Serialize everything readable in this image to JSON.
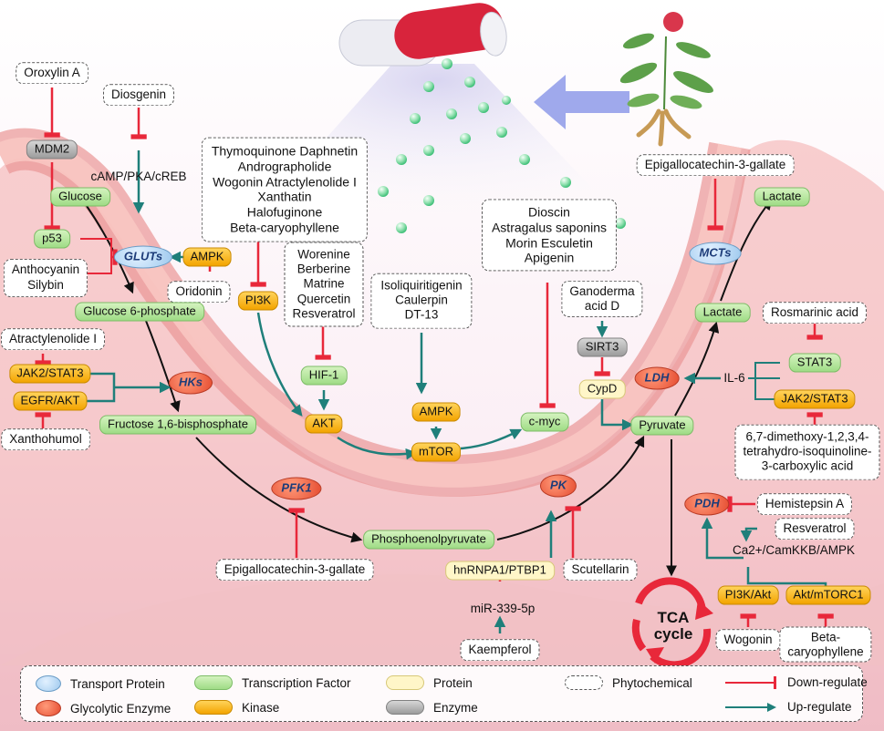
{
  "nodes": {
    "oroxylin_a": "Oroxylin A",
    "diosgenin": "Diosgenin",
    "mdm2": "MDM2",
    "camp": "cAMP/PKA/cREB",
    "glucose": "Glucose",
    "p53": "p53",
    "gluts": "GLUTs",
    "ampk_left": "AMPK",
    "oridonin": "Oridonin",
    "anthocyanin": "Anthocyanin",
    "silybin": "Silybin",
    "glucose6p": "Glucose 6-phosphate",
    "atractylenolide": "Atractylenolide I",
    "jak2_left": "JAK2/STAT3",
    "egfr": "EGFR/AKT",
    "hks": "HKs",
    "xanthohumol": "Xanthohumol",
    "f16bp": "Fructose 1,6-bisphosphate",
    "thymo_lines": [
      "Thymoquinone Daphnetin",
      "Andrographolide",
      "Wogonin Atractylenolide I",
      "Xanthatin",
      "Halofuginone",
      "Beta-caryophyllene"
    ],
    "pi3k": "PI3K",
    "worenine_lines": [
      "Worenine",
      "Berberine",
      "Matrine",
      "Quercetin",
      "Resveratrol"
    ],
    "hif1": "HIF-1",
    "akt": "AKT",
    "isoliq_lines": [
      "Isoliquiritigenin",
      "Caulerpin",
      "DT-13"
    ],
    "ampk_mid": "AMPK",
    "mtor": "mTOR",
    "dioscin_lines": [
      "Dioscin",
      "Astragalus saponins",
      "Morin Esculetin",
      "Apigenin"
    ],
    "cmyc": "c-myc",
    "egcg_top": "Epigallocatechin-3-gallate",
    "mcts": "MCTs",
    "lactate_top": "Lactate",
    "lactate_mid": "Lactate",
    "ganoderma_lines": [
      "Ganoderma",
      "acid D"
    ],
    "sirt3": "SIRT3",
    "cypd": "CypD",
    "ldh": "LDH",
    "il6": "IL-6",
    "rosmarinic": "Rosmarinic acid",
    "stat3": "STAT3",
    "jak2_right": "JAK2/STAT3",
    "pyruvate": "Pyruvate",
    "dimethoxy_lines": [
      "6,7-dimethoxy-1,2,3,4-",
      "tetrahydro-isoquinoline-",
      "3-carboxylic acid"
    ],
    "pfk1": "PFK1",
    "pk": "PK",
    "pep": "Phosphoenolpyruvate",
    "egcg_bottom": "Epigallocatechin-3-gallate",
    "hnrnpa1": "hnRNPA1/PTBP1",
    "scutellarin": "Scutellarin",
    "mir339": "miR-339-5p",
    "kaempferol": "Kaempferol",
    "pdh": "PDH",
    "hemistepsin": "Hemistepsin A",
    "resveratrol_right": "Resveratrol",
    "ca2": "Ca2+/CamKKB/AMPK",
    "pi3k_akt": "PI3K/Akt",
    "akt_mtorc1": "Akt/mTORC1",
    "wogonin": "Wogonin",
    "beta_car_lines": [
      "Beta-",
      "caryophyllene"
    ],
    "tca_lines": [
      "TCA",
      "cycle"
    ]
  },
  "legend": {
    "transport": "Transport Protein",
    "transcription": "Transcription Factor",
    "protein": "Protein",
    "phyto": "Phytochemical",
    "down": "Down-regulate",
    "glyco": "Glycolytic Enzyme",
    "kinase": "Kinase",
    "enzyme": "Enzyme",
    "up": "Up-regulate"
  },
  "colors": {
    "inhibit": "#e8283a",
    "activate": "#1f7f7a",
    "transcription_factor": "#a6de8e",
    "kinase": "#f7b200",
    "glycolytic_enzyme": "#e8553a",
    "transport_protein": "#a9d2f2",
    "protein": "#fff6c8",
    "enzyme": "#a8a8a8"
  }
}
